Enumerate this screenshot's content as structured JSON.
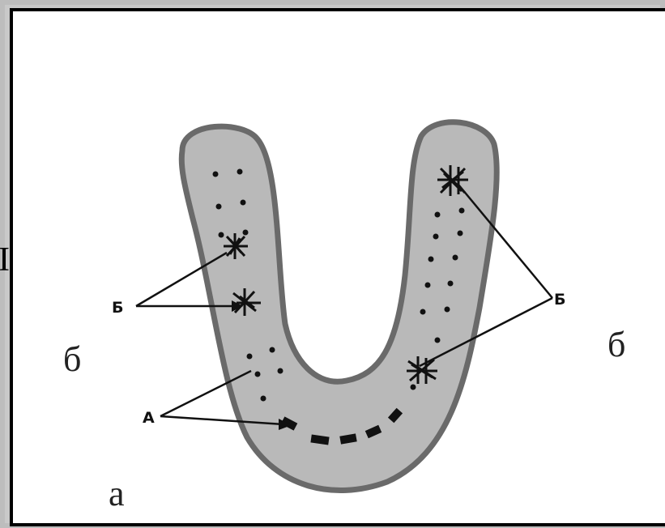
{
  "labels": {
    "letter_A": "A",
    "letter_B_left": "Б",
    "letter_B_right": "Б",
    "panel_a": "а",
    "side_left": "б",
    "side_right": "б",
    "edge_mark": "I"
  },
  "colors": {
    "cell_fill": "#b9b9b9",
    "cell_outline": "#6a6a6a",
    "ink": "#111111"
  }
}
